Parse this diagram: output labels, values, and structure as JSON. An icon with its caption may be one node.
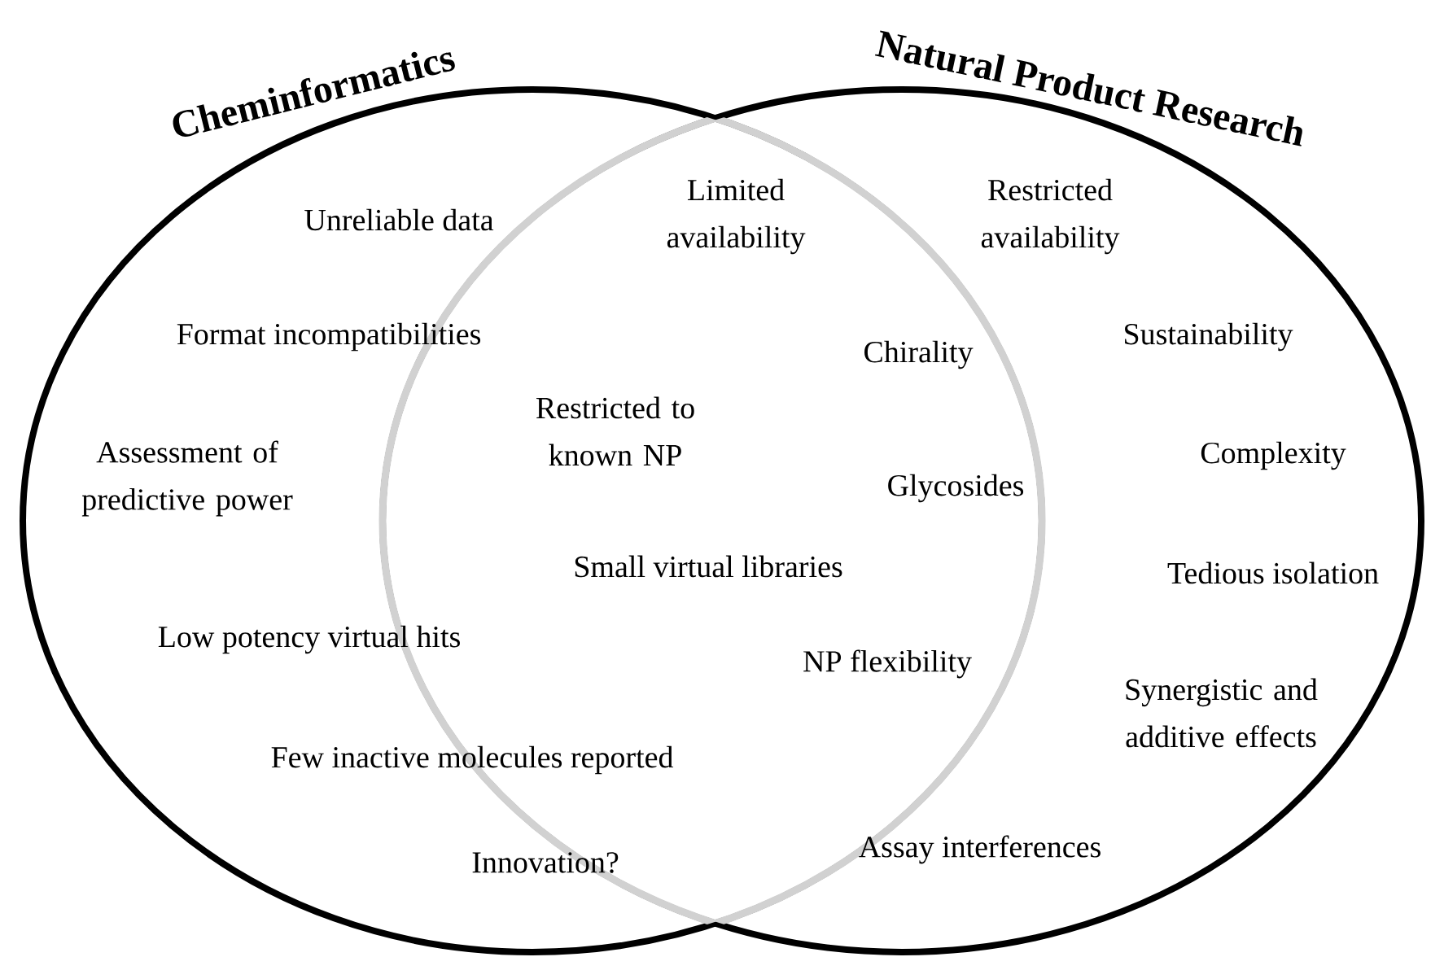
{
  "diagram": {
    "nodes": [
      {
        "text": [
          "Cheminformatics"
        ]
      },
      {
        "text": [
          "Natural Product Research"
        ]
      }
    ],
    "labels": [
      "Unreliable data",
      "Limited availability",
      "Restricted availability",
      "Format incompatibilities",
      "Chirality",
      "Sustainability",
      "Restricted to known NP",
      "Assessment of predictive power",
      "Complexity",
      "Glycosides",
      "Small virtual libraries",
      "Tedious isolation",
      "Low potency virtual hits",
      "NP flexibility",
      "Synergistic and additive effects",
      "Few inactive molecules reported",
      "Assay interferences",
      "Innovation?"
    ]
  }
}
